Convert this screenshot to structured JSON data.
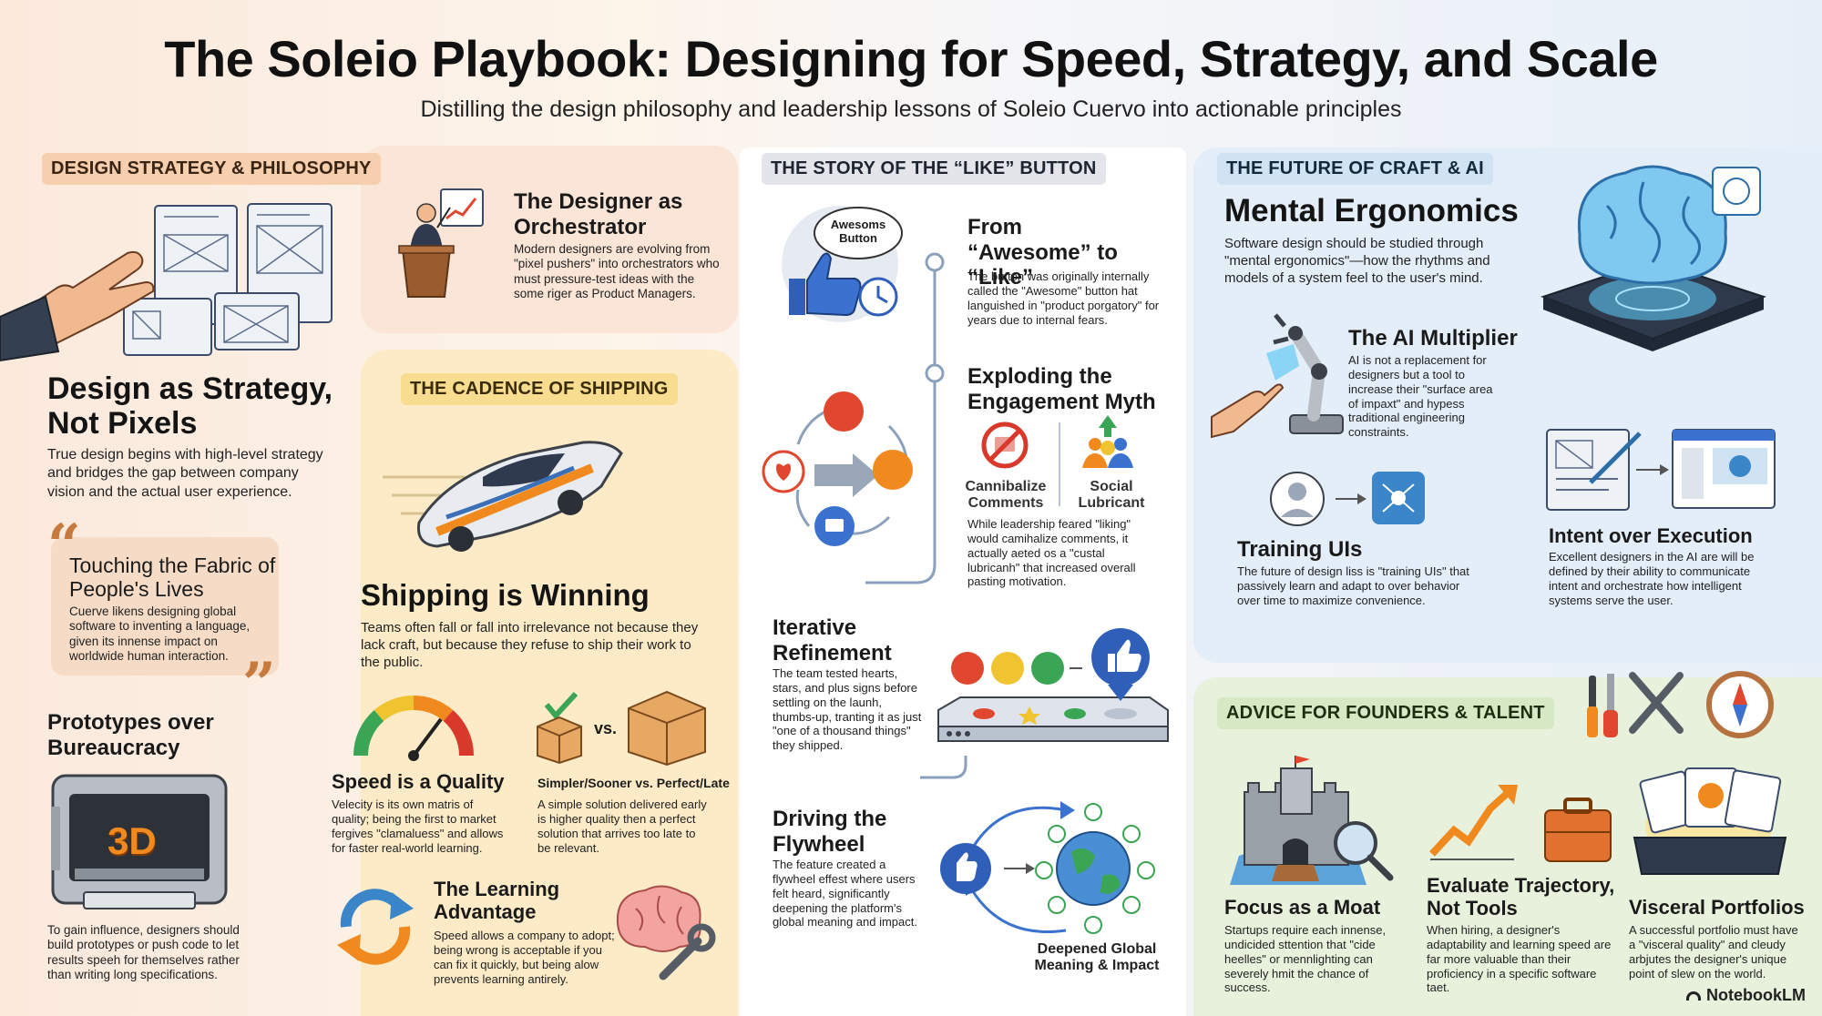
{
  "header": {
    "title": "The Soleio Playbook: Designing for Speed, Strategy, and Scale",
    "subtitle": "Distilling the design philosophy and leadership lessons of Soleio Cuervo into actionable principles"
  },
  "design_strategy": {
    "tag": "DESIGN STRATEGY & PHILOSOPHY",
    "orchestrator_title": "The Designer as Orchestrator",
    "orchestrator_body": "Modern designers are evolving from \"pixel pushers\" into orchestrators who must pressure-test ideas with the some riger as Product Managers.",
    "strategy_title": "Design as Strategy, Not Pixels",
    "strategy_body": "True design begins with high-level strategy and bridges the gap between company vision and the actual user experience.",
    "fabric_title": "Touching the Fabric of People's Lives",
    "fabric_body": "Cuerve likens designing global software to inventing a language, given its innense impact on worldwide human interaction.",
    "prototypes_title": "Prototypes over Bureaucracy",
    "prototypes_body": "To gain influence, designers should build prototypes or push code to let results speeh for themselves rather than writing long specifications.",
    "printer_label": "3D"
  },
  "cadence": {
    "tag": "THE CADENCE OF SHIPPING",
    "shipping_title": "Shipping is Winning",
    "shipping_body": "Teams often fall or fall into irrelevance not because they lack craft, but because they refuse to ship their work to the public.",
    "speed_title": "Speed is a Quality",
    "speed_body": "Velecity is its own matris of quality; being the first to market fergives \"clamaluess\" and allows for faster real-world learning.",
    "simpler_title": "Simpler/Sooner vs. Perfect/Late",
    "simpler_vs": "vs.",
    "simpler_body": "A simple solution delivered early is higher quality then a perfect solution that arrives too late to be relevant.",
    "learning_title": "The Learning Advantage",
    "learning_body": "Speed allows a company to adopt; being wrong is acceptable if you can fix it quickly, but being alow prevents learning antirely."
  },
  "like_story": {
    "tag": "THE STORY OF THE “LIKE” BUTTON",
    "bubble_text": "Awesoms Button",
    "awesome_title": "From “Awesome” to “Like”",
    "awesome_body": "The button was originally internally called the \"Awesome\" button hat languished in \"product porgatory\" for years due to internal fears.",
    "myth_title": "Exploding the Engagement Myth",
    "cannibalize_label": "Cannibalize Comments",
    "lubricant_label": "Social Lubricant",
    "myth_body": "While leadership feared \"liking\" would camihalize comments, it actually aeted os a \"custal lubricanh\" that increased overall pasting motivation.",
    "iterative_title": "Iterative Refinement",
    "iterative_body": "The team tested hearts, stars, and plus signs before settling on the launh, thumbs-up, tranting it as just \"one of a thousand things\" they shipped.",
    "flywheel_title": "Driving the Flywheel",
    "flywheel_body": "The feature created a flywheel effest where users felt heard, significantly deepening the platform's global meaning and impact.",
    "global_label": "Deepened Global Meaning & Impact"
  },
  "future": {
    "tag": "THE FUTURE OF CRAFT & AI",
    "ergonomics_title": "Mental Ergonomics",
    "ergonomics_body": "Software design should be studied through \"mental ergonomics\"—how the rhythms and models of a system feel to the user's mind.",
    "ai_title": "The AI Multiplier",
    "ai_body": "AI is not a replacement for designers but a tool to increase their \"surface area of impaxt\" and hypess traditional engineering constraints.",
    "training_title": "Training UIs",
    "training_body": "The future of design liss is \"training UIs\" that passively learn and adapt to over behavior over time to maximize convenience.",
    "intent_title": "Intent over Execution",
    "intent_body": "Excellent designers in the AI are will be defined by their ability to communicate intent and orchestrate how intelligent systems serve the user."
  },
  "advice": {
    "tag": "ADVICE FOR FOUNDERS & TALENT",
    "moat_title": "Focus as a Moat",
    "moat_body": "Startups require each innense, undicided sttention that \"cide heelles\" or mennlighting can severely hmit the chance of success.",
    "trajectory_title": "Evaluate Trajectory, Not Tools",
    "trajectory_body": "When hiring, a designer's adaptability and learning speed are far more valuable than their proficiency in a specific software taet.",
    "portfolio_title": "Visceral Portfolios",
    "portfolio_body": "A successful portfolio must have a \"visceral quality\" and cleudy arbjutes the designer's unique point of slew on the world."
  },
  "footer": {
    "brand": "NotebookLM"
  },
  "colors": {
    "tag_orange": "#f6cfae",
    "tag_yellow": "#f8dc8f",
    "tag_gray": "#e3e5ea",
    "tag_blue": "#cfe3f2",
    "tag_green": "#d6e8c4",
    "fb_blue": "#2f5fb8"
  }
}
